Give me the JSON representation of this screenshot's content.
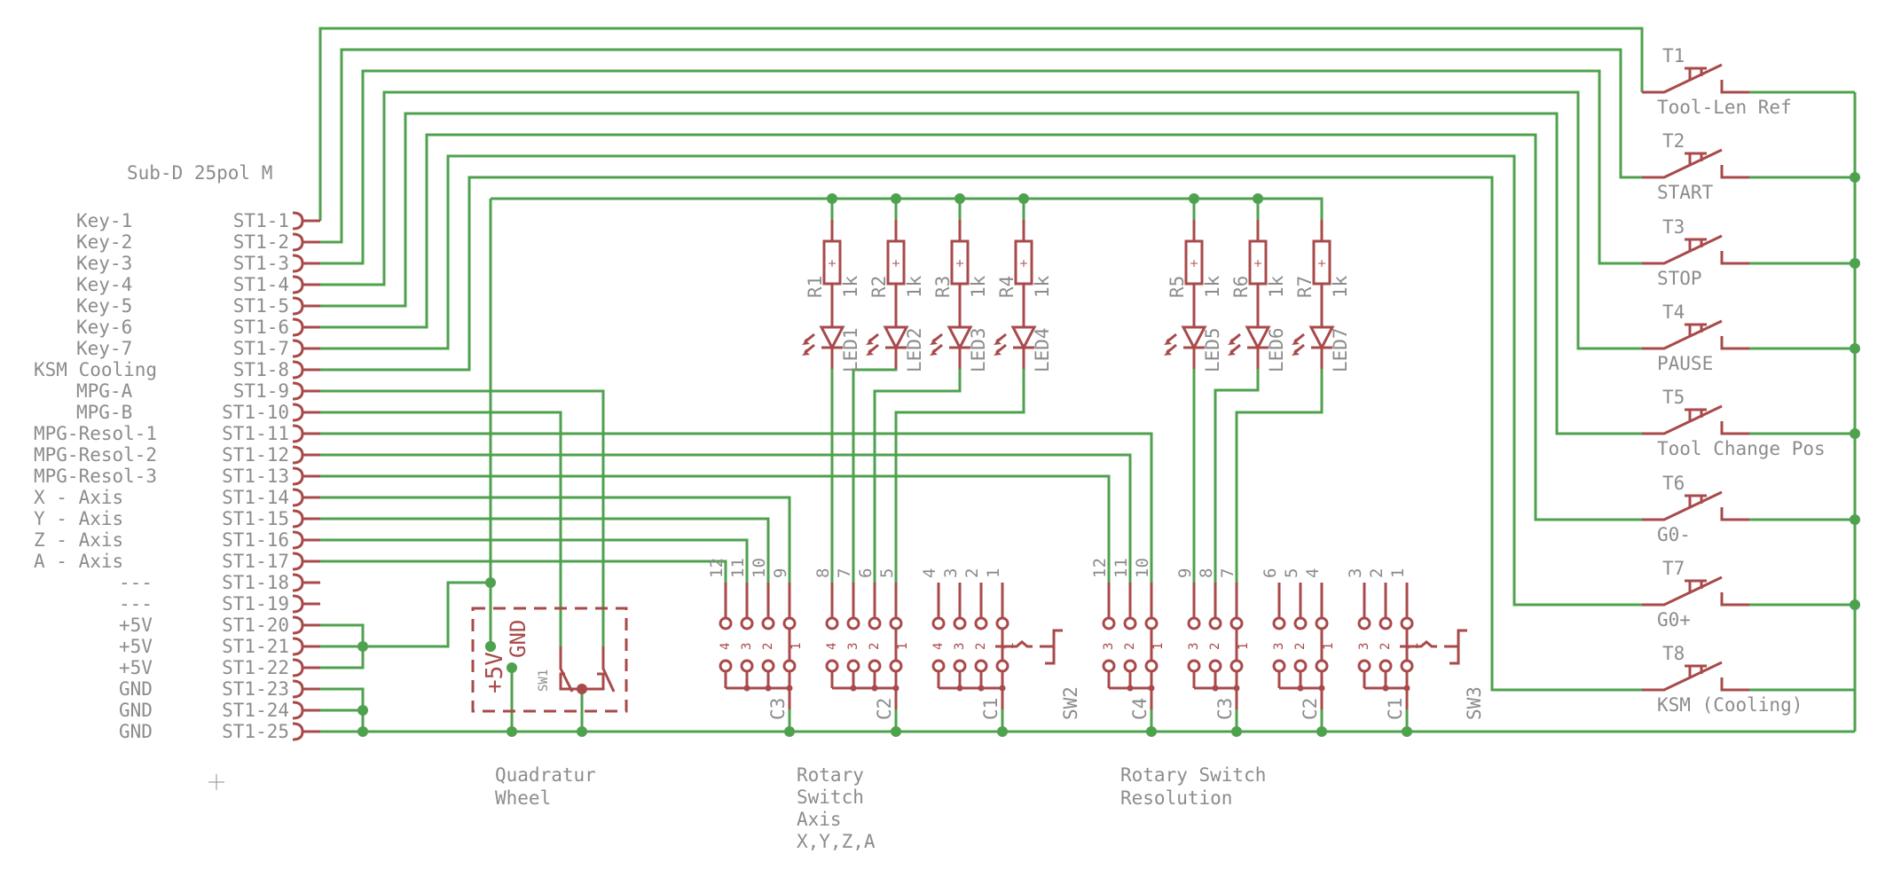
{
  "connector": {
    "title": "Sub-D 25pol M",
    "pins": [
      {
        "pin": "ST1-1",
        "signal": "Key-1"
      },
      {
        "pin": "ST1-2",
        "signal": "Key-2"
      },
      {
        "pin": "ST1-3",
        "signal": "Key-3"
      },
      {
        "pin": "ST1-4",
        "signal": "Key-4"
      },
      {
        "pin": "ST1-5",
        "signal": "Key-5"
      },
      {
        "pin": "ST1-6",
        "signal": "Key-6"
      },
      {
        "pin": "ST1-7",
        "signal": "Key-7"
      },
      {
        "pin": "ST1-8",
        "signal": "KSM Cooling"
      },
      {
        "pin": "ST1-9",
        "signal": "MPG-A"
      },
      {
        "pin": "ST1-10",
        "signal": "MPG-B"
      },
      {
        "pin": "ST1-11",
        "signal": "MPG-Resol-1"
      },
      {
        "pin": "ST1-12",
        "signal": "MPG-Resol-2"
      },
      {
        "pin": "ST1-13",
        "signal": "MPG-Resol-3"
      },
      {
        "pin": "ST1-14",
        "signal": "X - Axis"
      },
      {
        "pin": "ST1-15",
        "signal": "Y - Axis"
      },
      {
        "pin": "ST1-16",
        "signal": "Z - Axis"
      },
      {
        "pin": "ST1-17",
        "signal": "A - Axis"
      },
      {
        "pin": "ST1-18",
        "signal": "---"
      },
      {
        "pin": "ST1-19",
        "signal": "---"
      },
      {
        "pin": "ST1-20",
        "signal": "+5V"
      },
      {
        "pin": "ST1-21",
        "signal": "+5V"
      },
      {
        "pin": "ST1-22",
        "signal": "+5V"
      },
      {
        "pin": "ST1-23",
        "signal": "GND"
      },
      {
        "pin": "ST1-24",
        "signal": "GND"
      },
      {
        "pin": "ST1-25",
        "signal": "GND"
      }
    ]
  },
  "resistors": [
    {
      "name": "R1",
      "value": "1k"
    },
    {
      "name": "R2",
      "value": "1k"
    },
    {
      "name": "R3",
      "value": "1k"
    },
    {
      "name": "R4",
      "value": "1k"
    },
    {
      "name": "R5",
      "value": "1k"
    },
    {
      "name": "R6",
      "value": "1k"
    },
    {
      "name": "R7",
      "value": "1k"
    }
  ],
  "leds": [
    "LED1",
    "LED2",
    "LED3",
    "LED4",
    "LED5",
    "LED6",
    "LED7"
  ],
  "buttons": [
    {
      "ref": "T1",
      "label": "Tool-Len Ref"
    },
    {
      "ref": "T2",
      "label": "START"
    },
    {
      "ref": "T3",
      "label": "STOP"
    },
    {
      "ref": "T4",
      "label": "PAUSE"
    },
    {
      "ref": "T5",
      "label": "Tool Change Pos"
    },
    {
      "ref": "T6",
      "label": "G0-"
    },
    {
      "ref": "T7",
      "label": "G0+"
    },
    {
      "ref": "T8",
      "label": "KSM (Cooling)"
    }
  ],
  "quadrature": {
    "ref": "SW1",
    "pin_5v": "+5V",
    "pin_gnd": "GND",
    "caption": [
      "Quadratur",
      "Wheel"
    ]
  },
  "sw2": {
    "ref": "SW2",
    "caption": [
      "Rotary",
      "Switch",
      "Axis",
      "X,Y,Z,A"
    ],
    "decks": [
      {
        "common": "C3",
        "pins": [
          "12",
          "11",
          "10",
          "9"
        ],
        "pos": [
          "4",
          "3",
          "2",
          "1"
        ]
      },
      {
        "common": "C2",
        "pins": [
          "8",
          "7",
          "6",
          "5"
        ],
        "pos": [
          "4",
          "3",
          "2",
          "1"
        ]
      },
      {
        "common": "C1",
        "pins": [
          "4",
          "3",
          "2",
          "1"
        ],
        "pos": [
          "4",
          "3",
          "2",
          "1"
        ]
      }
    ]
  },
  "sw3": {
    "ref": "SW3",
    "caption": [
      "Rotary Switch",
      "Resolution"
    ],
    "decks": [
      {
        "common": "C4",
        "pins": [
          "12",
          "11",
          "10"
        ],
        "pos": [
          "3",
          "2",
          "1"
        ]
      },
      {
        "common": "C3",
        "pins": [
          "9",
          "8",
          "7"
        ],
        "pos": [
          "3",
          "2",
          "1"
        ]
      },
      {
        "common": "C2",
        "pins": [
          "6",
          "5",
          "4"
        ],
        "pos": [
          "3",
          "2",
          "1"
        ]
      },
      {
        "common": "C1",
        "pins": [
          "3",
          "2",
          "1"
        ],
        "pos": [
          "3",
          "2",
          "1"
        ]
      }
    ]
  },
  "colors": {
    "wire": "#4ea24e",
    "symbol": "#a84a4a",
    "text": "#8c8c8c",
    "background": "#ffffff"
  }
}
